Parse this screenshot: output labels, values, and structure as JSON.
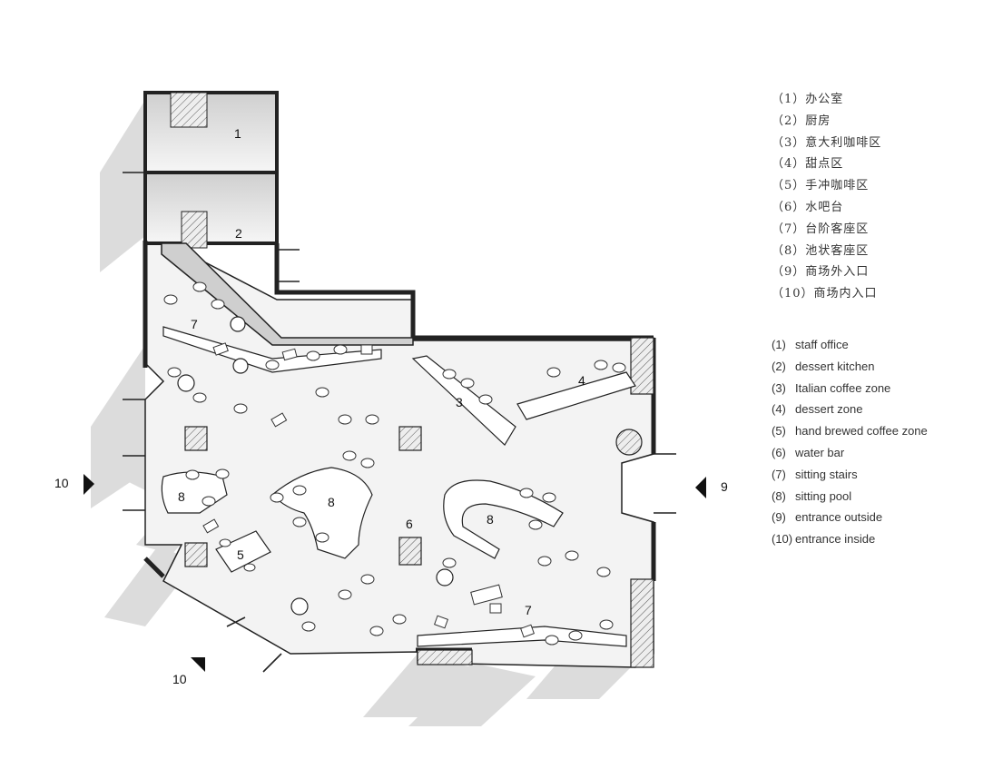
{
  "zone_labels": {
    "z1": "1",
    "z2": "2",
    "z3": "3",
    "z4": "4",
    "z5": "5",
    "z6": "6",
    "z7a": "7",
    "z7b": "7",
    "z8a": "8",
    "z8b": "8",
    "z8c": "8",
    "e9": "9",
    "e10a": "10",
    "e10b": "10"
  },
  "legend_cn": [
    {
      "num": "（1）",
      "label": "办公室"
    },
    {
      "num": "（2）",
      "label": "厨房"
    },
    {
      "num": "（3）",
      "label": "意大利咖啡区"
    },
    {
      "num": "（4）",
      "label": "甜点区"
    },
    {
      "num": "（5）",
      "label": "手冲咖啡区"
    },
    {
      "num": "（6）",
      "label": "水吧台"
    },
    {
      "num": "（7）",
      "label": "台阶客座区"
    },
    {
      "num": "（8）",
      "label": "池状客座区"
    },
    {
      "num": "（9）",
      "label": "商场外入口"
    },
    {
      "num": "（10）",
      "label": "商场内入口"
    }
  ],
  "legend_en": [
    {
      "num": "(1)",
      "label": "staff office"
    },
    {
      "num": "(2)",
      "label": "dessert kitchen"
    },
    {
      "num": "(3)",
      "label": "Italian coffee zone"
    },
    {
      "num": "(4)",
      "label": "dessert zone"
    },
    {
      "num": "(5)",
      "label": "hand brewed coffee zone"
    },
    {
      "num": "(6)",
      "label": "water bar"
    },
    {
      "num": "(7)",
      "label": "sitting stairs"
    },
    {
      "num": "(8)",
      "label": "sitting pool"
    },
    {
      "num": "(9)",
      "label": "entrance outside"
    },
    {
      "num": "(10)",
      "label": "entrance inside"
    }
  ],
  "colors": {
    "wall": "#222222",
    "hatch": "#555555",
    "shadow": "#d9d9d9",
    "floor": "#f2f2f2"
  }
}
